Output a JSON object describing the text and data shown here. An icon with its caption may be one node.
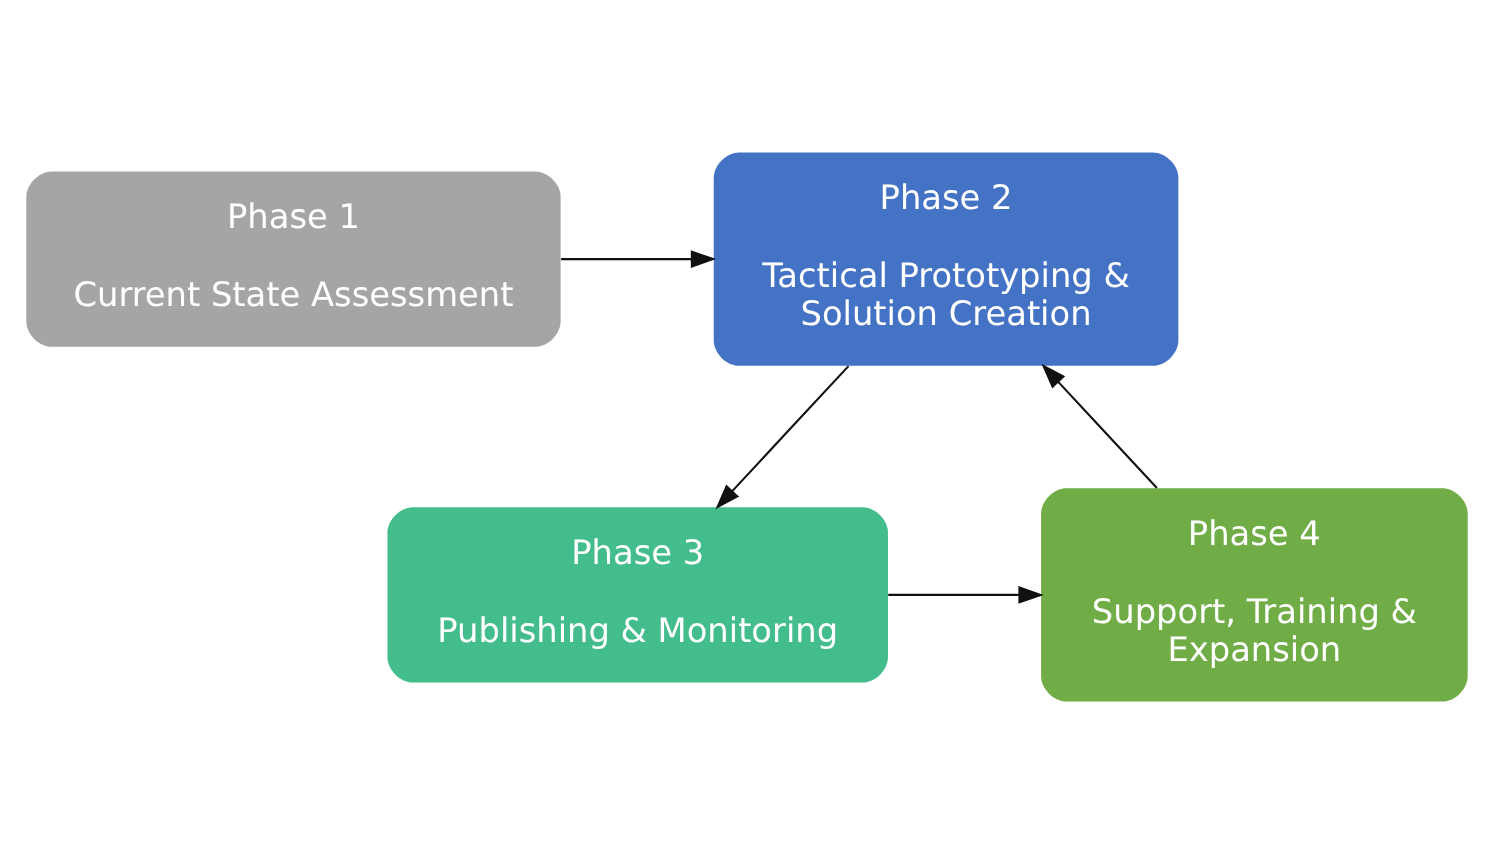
{
  "diagram": {
    "nodes": [
      {
        "text": [
          "Phase 1",
          "Current State Assessment"
        ]
      },
      {
        "text": [
          "Phase 2",
          "Tactical Prototyping & Solution Creation"
        ]
      },
      {
        "text": [
          "Phase 3",
          "Publishing & Monitoring"
        ]
      },
      {
        "text": [
          "Phase 4",
          "Support, Training & Expansion"
        ]
      }
    ],
    "edges": [
      {
        "from": 0,
        "to": 1,
        "arrow": "to"
      },
      {
        "from": 1,
        "to": 2,
        "arrow": "to"
      },
      {
        "from": 2,
        "to": 3,
        "arrow": "to"
      },
      {
        "from": 3,
        "to": 1,
        "arrow": "to"
      }
    ]
  }
}
